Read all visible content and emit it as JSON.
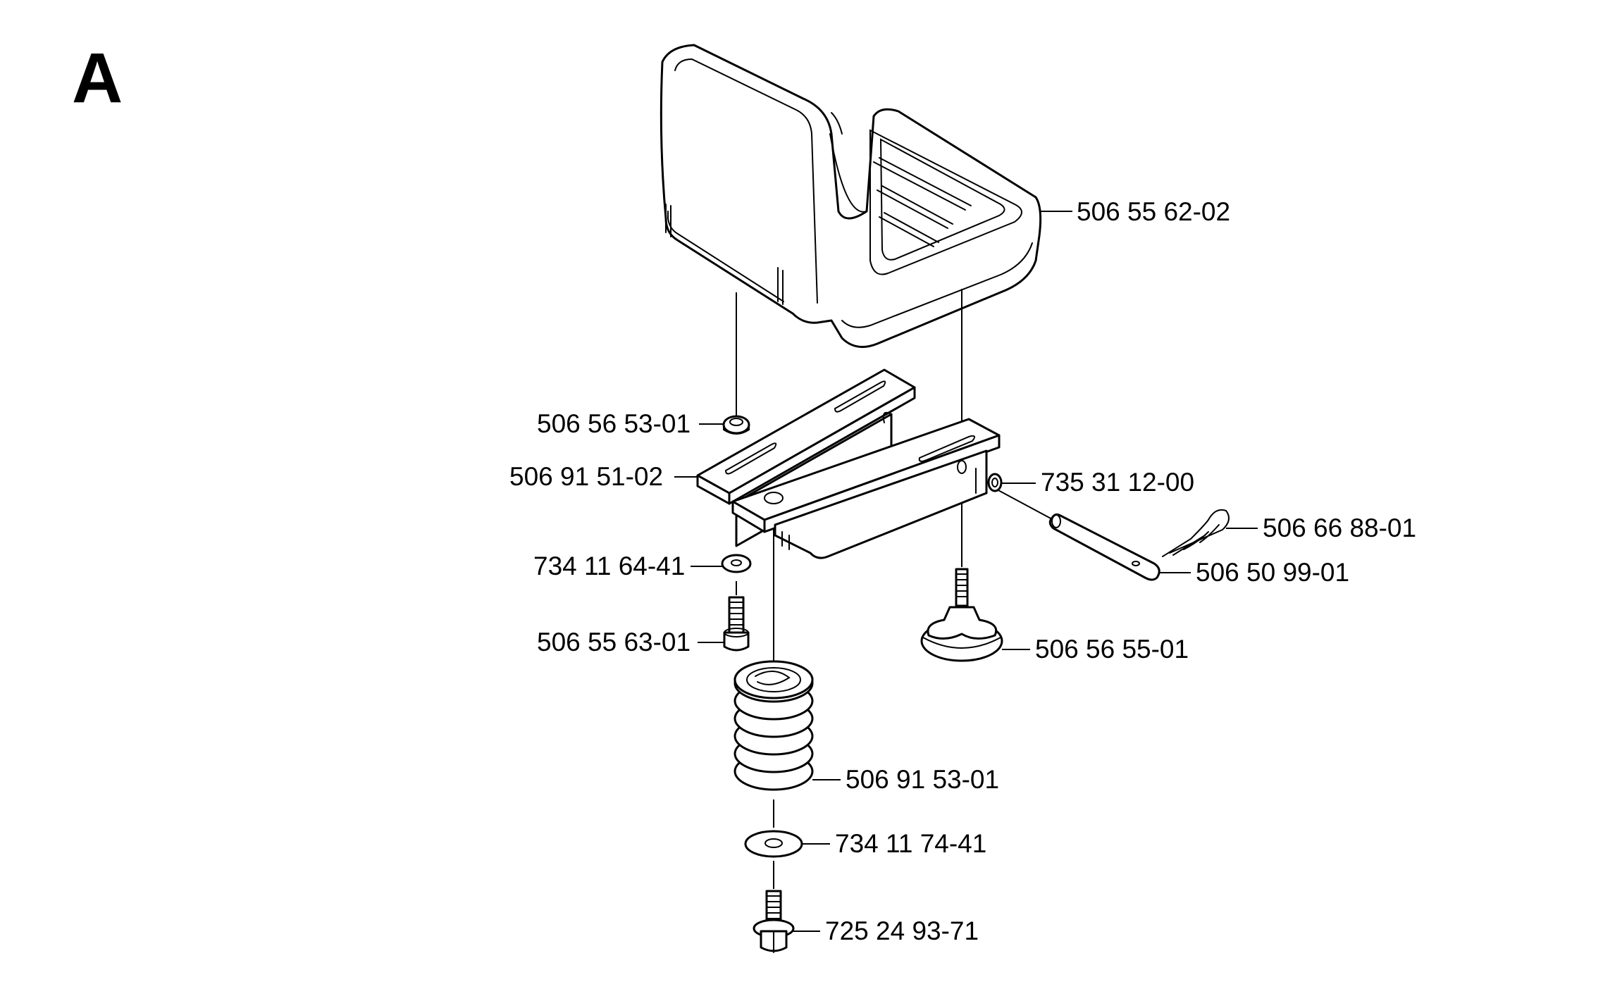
{
  "section_letter": "A",
  "parts": [
    {
      "id": "seat",
      "number": "506 55 62-02"
    },
    {
      "id": "nut",
      "number": "506 56 53-01"
    },
    {
      "id": "bracket",
      "number": "506 91 51-02"
    },
    {
      "id": "washer-small",
      "number": "735 31 12-00"
    },
    {
      "id": "hairpin-clip",
      "number": "506 66 88-01"
    },
    {
      "id": "pin",
      "number": "506 50 99-01"
    },
    {
      "id": "lock-washer",
      "number": "734 11 64-41"
    },
    {
      "id": "screw",
      "number": "506 55 63-01"
    },
    {
      "id": "knob",
      "number": "506 56 55-01"
    },
    {
      "id": "spring",
      "number": "506 91 53-01"
    },
    {
      "id": "washer",
      "number": "734 11 74-41"
    },
    {
      "id": "flange-bolt",
      "number": "725 24 93-71"
    }
  ]
}
